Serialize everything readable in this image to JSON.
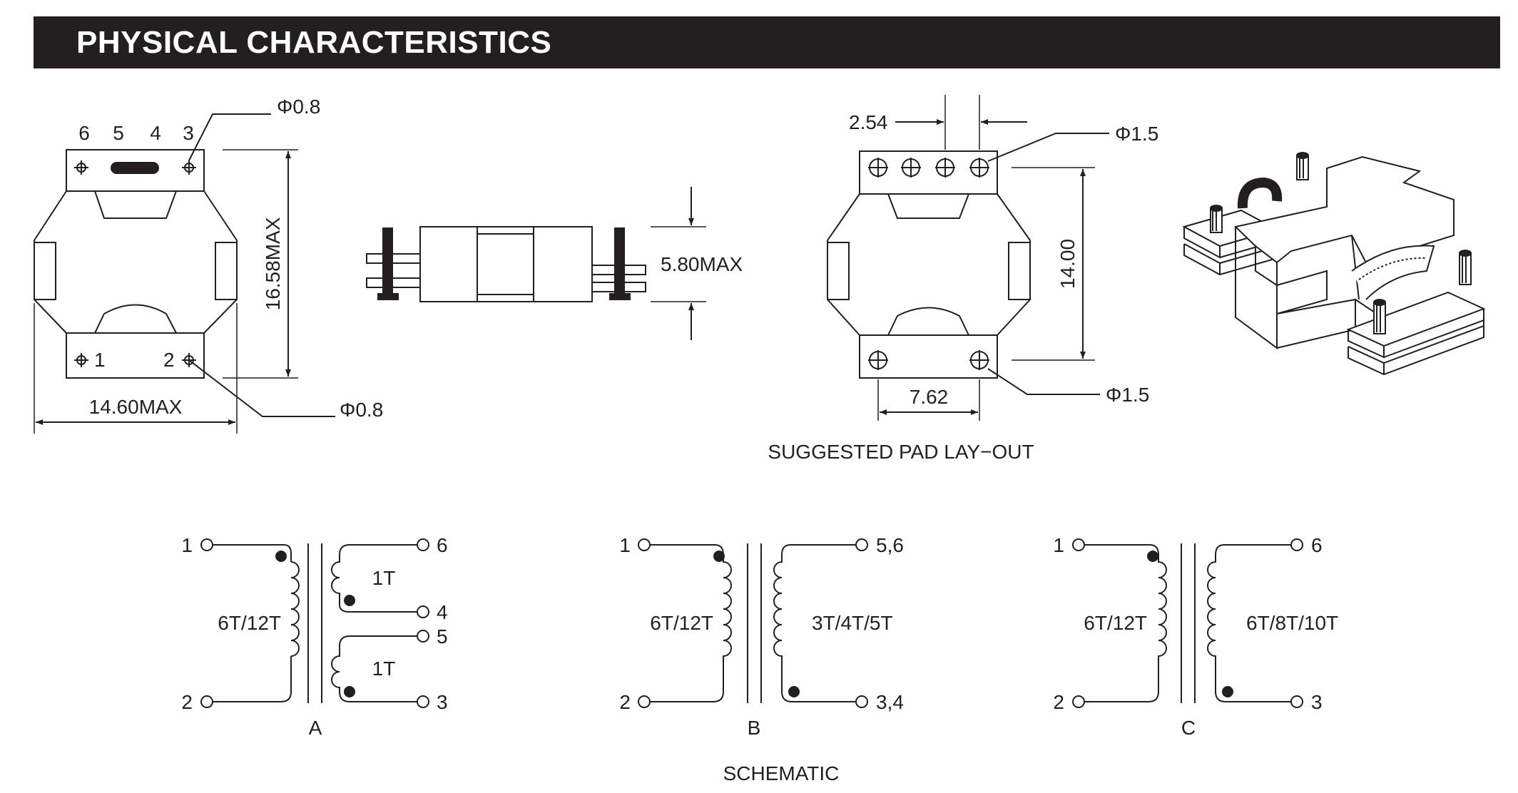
{
  "header": {
    "title": "PHYSICAL CHARACTERISTICS"
  },
  "top_view": {
    "pin_labels_top": [
      "6",
      "5",
      "4",
      "3"
    ],
    "pin_label_1": "1",
    "pin_label_2": "2",
    "hole_top": "Φ0.8",
    "hole_bottom": "Φ0.8",
    "height_dim": "16.58MAX",
    "width_dim": "14.60MAX"
  },
  "side_view": {
    "height_dim": "5.80MAX"
  },
  "pad_layout": {
    "pitch_dim": "2.54",
    "hole_top": "Φ1.5",
    "row_spacing_dim": "14.00",
    "hole_bottom": "Φ1.5",
    "bottom_spacing_dim": "7.62",
    "caption": "SUGGESTED PAD LAY−OUT"
  },
  "schematics": {
    "caption": "SCHEMATIC",
    "a": {
      "label": "A",
      "pin1": "1",
      "pin2": "2",
      "primary": "6T/12T",
      "sec1": "1T",
      "sec2": "1T",
      "pin6": "6",
      "pin4": "4",
      "pin5": "5",
      "pin3": "3"
    },
    "b": {
      "label": "B",
      "pin1": "1",
      "pin2": "2",
      "primary": "6T/12T",
      "secondary": "3T/4T/5T",
      "pin_top": "5,6",
      "pin_bottom": "3,4"
    },
    "c": {
      "label": "C",
      "pin1": "1",
      "pin2": "2",
      "primary": "6T/12T",
      "secondary": "6T/8T/10T",
      "pin_top": "6",
      "pin_bottom": "3"
    }
  },
  "colors": {
    "ink": "#231f20",
    "header_bg": "#231f20",
    "header_text": "#ffffff"
  }
}
